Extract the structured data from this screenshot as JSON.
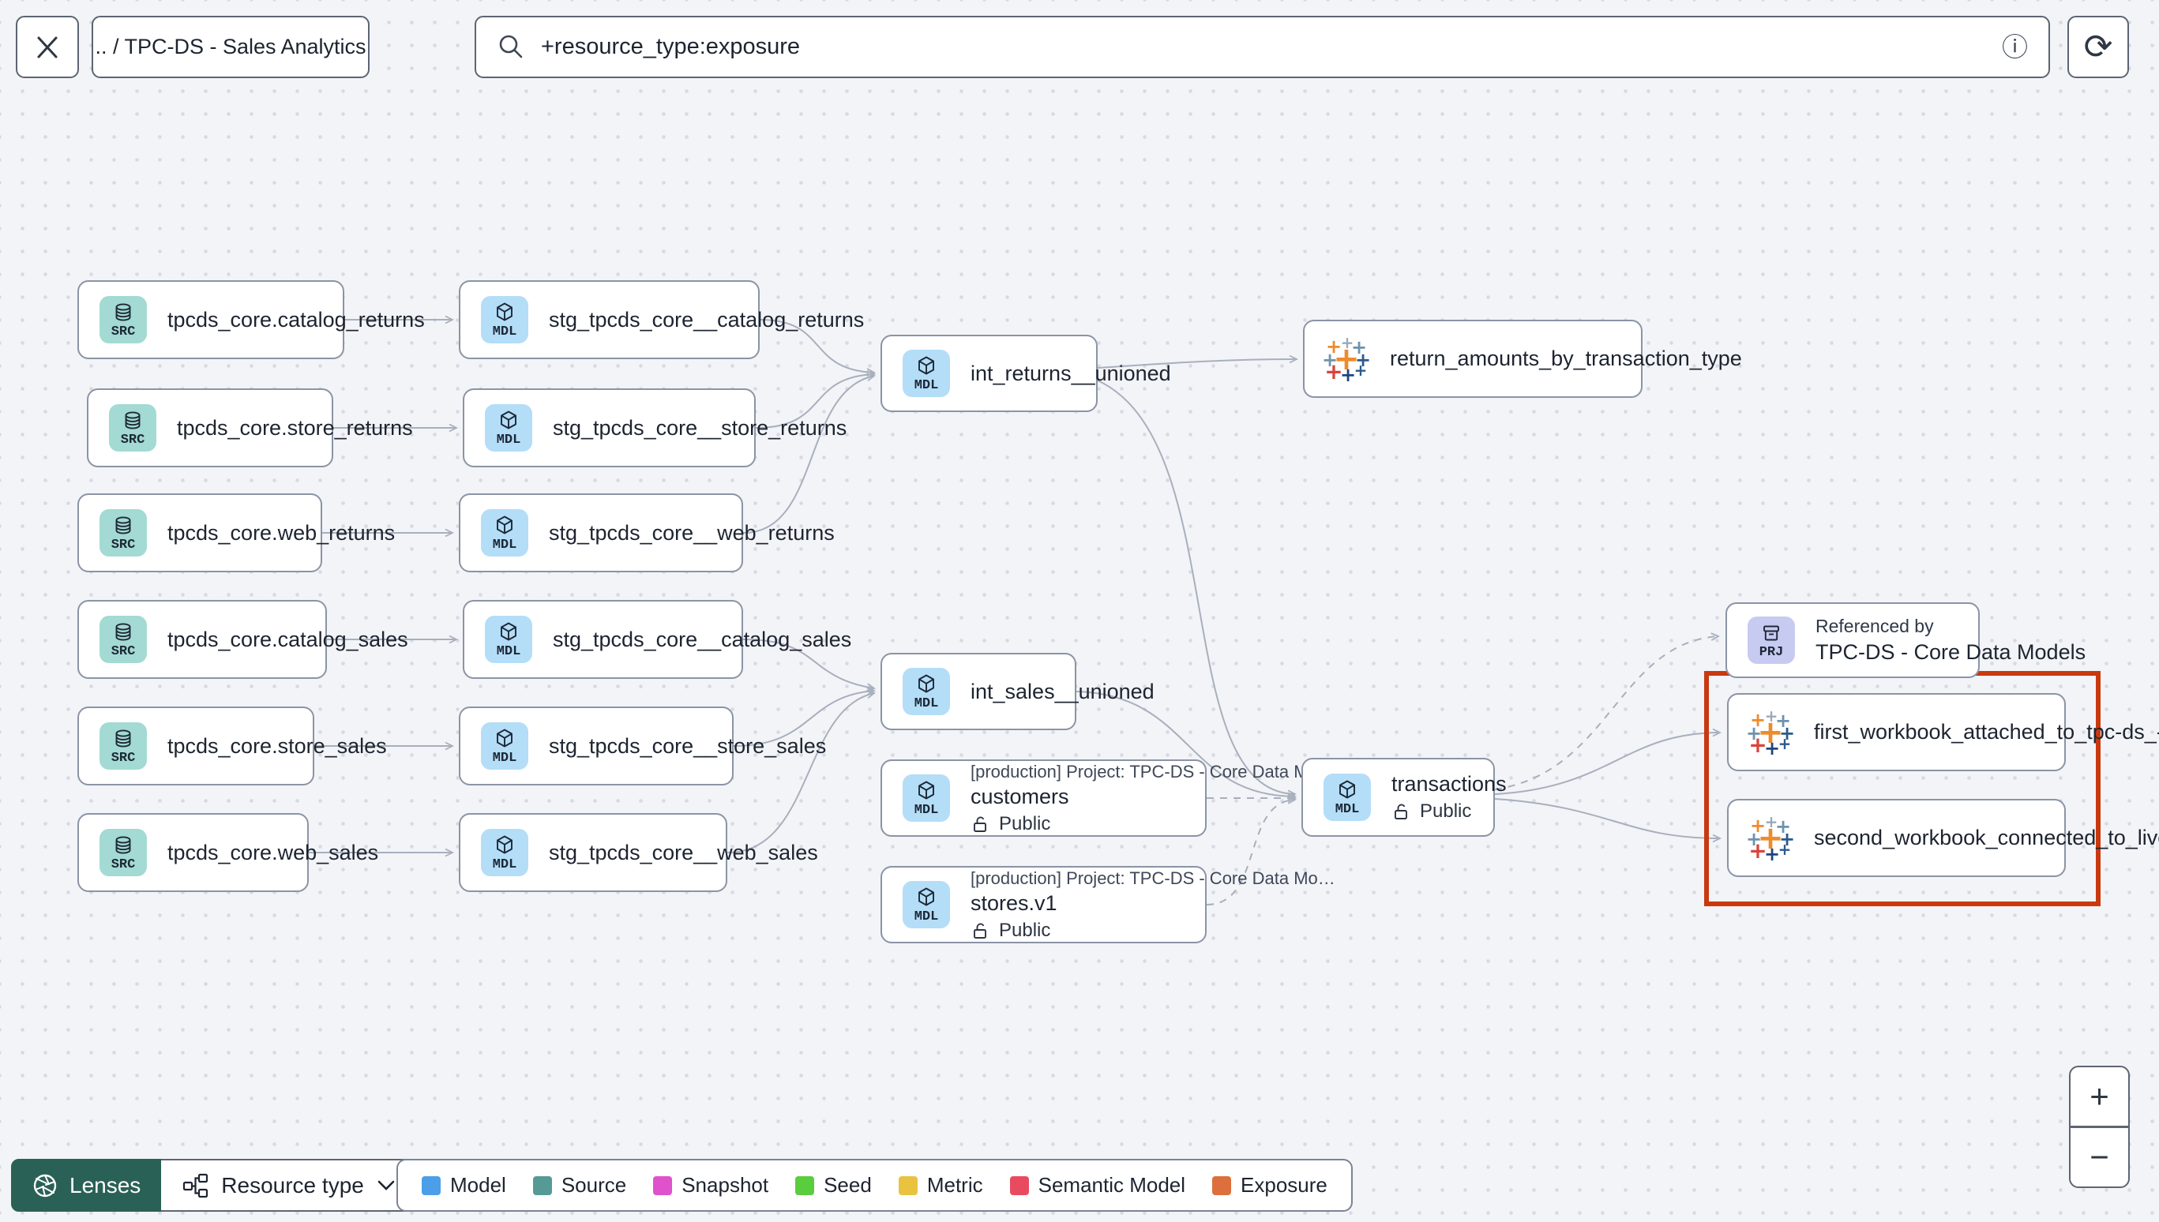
{
  "topbar": {
    "breadcrumb": ".. / TPC-DS - Sales Analytics",
    "search_value": "+resource_type:exposure"
  },
  "graph": {
    "nodes": [
      {
        "id": "src_catalog_returns",
        "kind": "source",
        "badge": "SRC",
        "label": "tpcds_core.catalog_returns"
      },
      {
        "id": "src_store_returns",
        "kind": "source",
        "badge": "SRC",
        "label": "tpcds_core.store_returns"
      },
      {
        "id": "src_web_returns",
        "kind": "source",
        "badge": "SRC",
        "label": "tpcds_core.web_returns"
      },
      {
        "id": "src_catalog_sales",
        "kind": "source",
        "badge": "SRC",
        "label": "tpcds_core.catalog_sales"
      },
      {
        "id": "src_store_sales",
        "kind": "source",
        "badge": "SRC",
        "label": "tpcds_core.store_sales"
      },
      {
        "id": "src_web_sales",
        "kind": "source",
        "badge": "SRC",
        "label": "tpcds_core.web_sales"
      },
      {
        "id": "stg_catalog_returns",
        "kind": "model",
        "badge": "MDL",
        "label": "stg_tpcds_core__catalog_returns"
      },
      {
        "id": "stg_store_returns",
        "kind": "model",
        "badge": "MDL",
        "label": "stg_tpcds_core__store_returns"
      },
      {
        "id": "stg_web_returns",
        "kind": "model",
        "badge": "MDL",
        "label": "stg_tpcds_core__web_returns"
      },
      {
        "id": "stg_catalog_sales",
        "kind": "model",
        "badge": "MDL",
        "label": "stg_tpcds_core__catalog_sales"
      },
      {
        "id": "stg_store_sales",
        "kind": "model",
        "badge": "MDL",
        "label": "stg_tpcds_core__store_sales"
      },
      {
        "id": "stg_web_sales",
        "kind": "model",
        "badge": "MDL",
        "label": "stg_tpcds_core__web_sales"
      },
      {
        "id": "int_returns",
        "kind": "model",
        "badge": "MDL",
        "label": "int_returns__unioned"
      },
      {
        "id": "int_sales",
        "kind": "model",
        "badge": "MDL",
        "label": "int_sales__unioned"
      },
      {
        "id": "exp_return_amounts",
        "kind": "exposure",
        "label": "return_amounts_by_transaction_type"
      },
      {
        "id": "customers",
        "kind": "model",
        "badge": "MDL",
        "project_line": "[production] Project: TPC-DS - Core Data Mo…",
        "label": "customers",
        "access": "Public"
      },
      {
        "id": "stores",
        "kind": "model",
        "badge": "MDL",
        "project_line": "[production] Project: TPC-DS - Core Data Mo…",
        "label": "stores.v1",
        "access": "Public"
      },
      {
        "id": "transactions",
        "kind": "model",
        "badge": "MDL",
        "label": "transactions",
        "access": "Public"
      },
      {
        "id": "prj_core",
        "kind": "project",
        "badge": "PRJ",
        "sublabel": "Referenced by",
        "label": "TPC-DS - Core Data Models"
      },
      {
        "id": "wb1",
        "kind": "exposure",
        "label": "first_workbook_attached_to_tpc-ds_-_…"
      },
      {
        "id": "wb2",
        "kind": "exposure",
        "label": "second_workbook_connected_to_live…"
      }
    ],
    "edges": [
      {
        "from": "src_catalog_returns",
        "to": "stg_catalog_returns",
        "dashed": false
      },
      {
        "from": "src_store_returns",
        "to": "stg_store_returns",
        "dashed": false
      },
      {
        "from": "src_web_returns",
        "to": "stg_web_returns",
        "dashed": false
      },
      {
        "from": "src_catalog_sales",
        "to": "stg_catalog_sales",
        "dashed": false
      },
      {
        "from": "src_store_sales",
        "to": "stg_store_sales",
        "dashed": false
      },
      {
        "from": "src_web_sales",
        "to": "stg_web_sales",
        "dashed": false
      },
      {
        "from": "stg_catalog_returns",
        "to": "int_returns",
        "dashed": false
      },
      {
        "from": "stg_store_returns",
        "to": "int_returns",
        "dashed": false
      },
      {
        "from": "stg_web_returns",
        "to": "int_returns",
        "dashed": false
      },
      {
        "from": "stg_catalog_sales",
        "to": "int_sales",
        "dashed": false
      },
      {
        "from": "stg_store_sales",
        "to": "int_sales",
        "dashed": false
      },
      {
        "from": "stg_web_sales",
        "to": "int_sales",
        "dashed": false
      },
      {
        "from": "int_returns",
        "to": "exp_return_amounts",
        "dashed": false
      },
      {
        "from": "int_returns",
        "to": "transactions",
        "dashed": false
      },
      {
        "from": "int_sales",
        "to": "transactions",
        "dashed": false
      },
      {
        "from": "customers",
        "to": "transactions",
        "dashed": true
      },
      {
        "from": "stores",
        "to": "transactions",
        "dashed": true
      },
      {
        "from": "transactions",
        "to": "prj_core",
        "dashed": true
      },
      {
        "from": "transactions",
        "to": "wb1",
        "dashed": false
      },
      {
        "from": "transactions",
        "to": "wb2",
        "dashed": false
      }
    ]
  },
  "footer": {
    "lenses_label": "Lenses",
    "resource_type_label": "Resource type",
    "legend": [
      {
        "label": "Model",
        "color": "#4b9fe8"
      },
      {
        "label": "Source",
        "color": "#569a96"
      },
      {
        "label": "Snapshot",
        "color": "#df52cc"
      },
      {
        "label": "Seed",
        "color": "#59cd3e"
      },
      {
        "label": "Metric",
        "color": "#e9c33f"
      },
      {
        "label": "Semantic Model",
        "color": "#e84b60"
      },
      {
        "label": "Exposure",
        "color": "#dd6f3c"
      }
    ]
  },
  "zoom_controls": {
    "zoom_in": "+",
    "zoom_out": "−"
  },
  "colors": {
    "highlight_box": "#c9390f",
    "source_icon_bg": "#a3dad3",
    "model_icon_bg": "#b4ddf8",
    "project_icon_bg": "#c7cbf2",
    "edge": "#a8afbd",
    "lenses_bg": "#2a6156"
  }
}
